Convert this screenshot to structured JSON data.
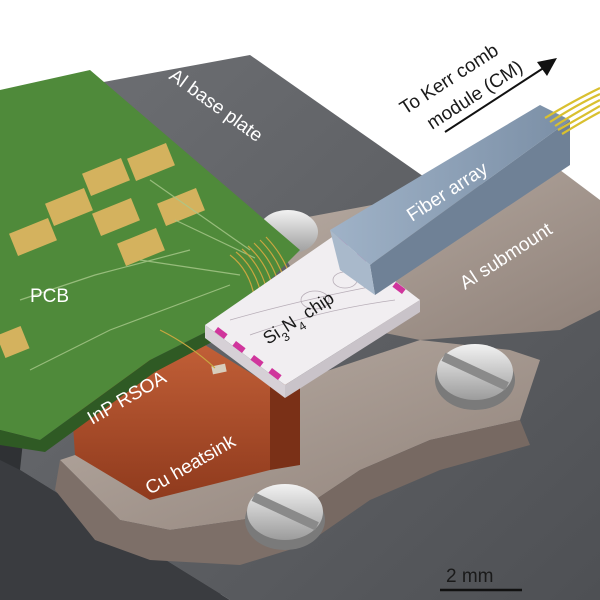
{
  "labels": {
    "base_plate": "Al base plate",
    "pcb": "PCB",
    "fiber_array": "Fiber array",
    "submount": "Al submount",
    "chip_main": "Si",
    "chip_sub3": "3",
    "chip_n": "N",
    "chip_sub4": "4",
    "chip_suffix": " chip",
    "rsoa": "InP RSOA",
    "heatsink": "Cu heatsink",
    "kerr_line1": "To Kerr comb",
    "kerr_line2": "module (CM)",
    "scale": "2 mm"
  },
  "colors": {
    "base_top": "#5f6165",
    "base_side": "#3c3e42",
    "pcb": "#4f8a3a",
    "pad": "#d4b25e",
    "submount": "#a89a91",
    "chip": "#f1eef1",
    "chip_pads": "#d0359c",
    "fiber": "#8ea1b6",
    "heatsink": "#b4502b",
    "fibers": "#d9c030"
  }
}
